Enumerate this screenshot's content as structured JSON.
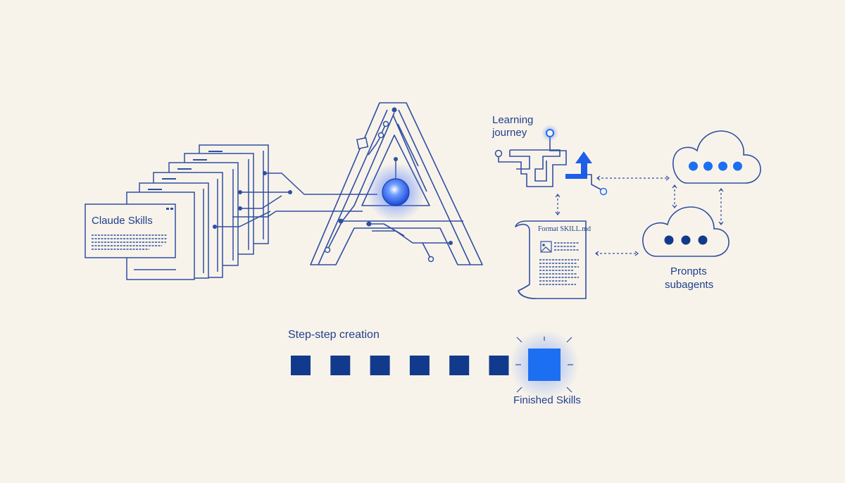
{
  "labels": {
    "claude_skills": "Claude Skills",
    "learning_journey": [
      "Learning",
      "journey"
    ],
    "format_skill_md": "Format SKILL.md",
    "prompts_subagents": [
      "Pronpts",
      "subagents"
    ],
    "step_creation": "Step-step creation",
    "finished_skills": "Finished Skills"
  },
  "steps": {
    "count": 6
  },
  "clouds": {
    "top_dots": 4,
    "bottom_dots": 3
  },
  "colors": {
    "background": "#f8f3ea",
    "line": "#2f4fa3",
    "navy": "#123a8c",
    "accent": "#1d6ff2",
    "glow": "#5b8cff"
  }
}
